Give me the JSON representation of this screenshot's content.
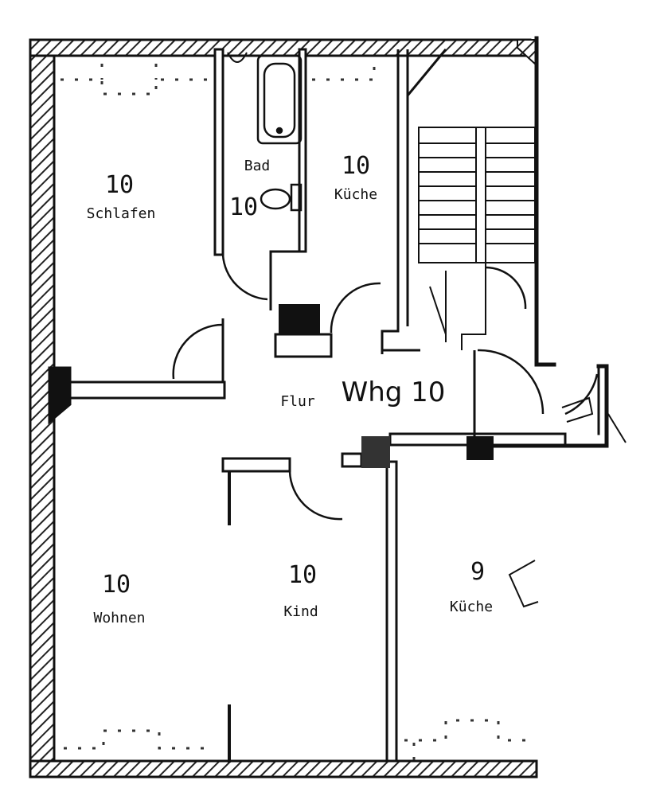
{
  "plan": {
    "apartment_label": "Whg 10",
    "rooms": [
      {
        "id": "schlafen",
        "number": "10",
        "name": "Schlafen"
      },
      {
        "id": "bad",
        "number": "10",
        "name": "Bad"
      },
      {
        "id": "kueche-top",
        "number": "10",
        "name": "Küche"
      },
      {
        "id": "flur",
        "number": "",
        "name": "Flur"
      },
      {
        "id": "wohnen",
        "number": "10",
        "name": "Wohnen"
      },
      {
        "id": "kind",
        "number": "10",
        "name": "Kind"
      },
      {
        "id": "kueche-bottom",
        "number": "9",
        "name": "Küche"
      }
    ]
  },
  "colors": {
    "wall": "#111111",
    "hatch": "#222222",
    "background": "#ffffff"
  }
}
